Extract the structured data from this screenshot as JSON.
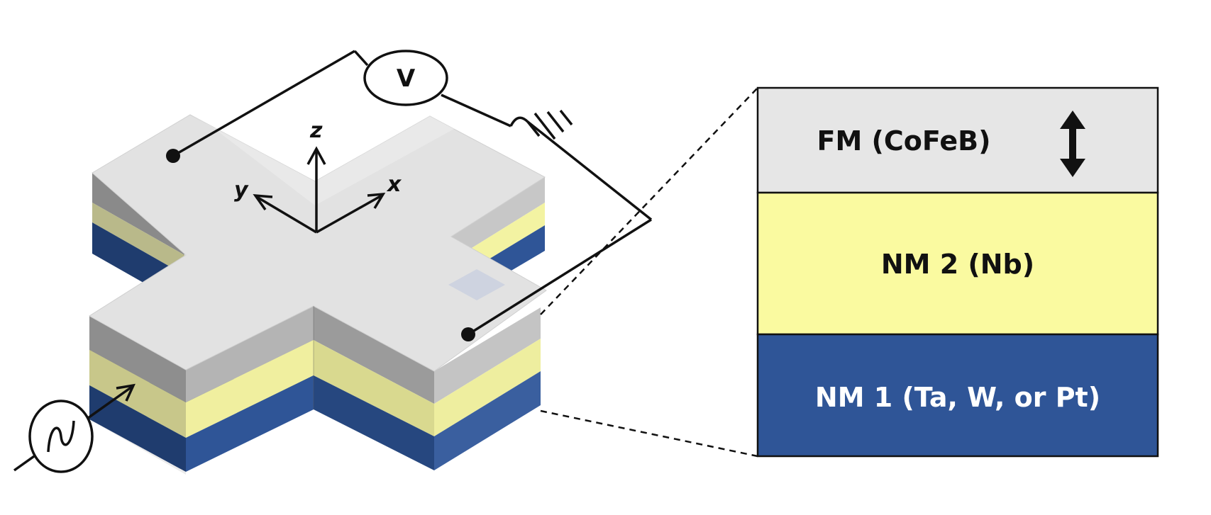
{
  "axes": {
    "z": "z",
    "y": "y",
    "x": "x"
  },
  "voltmeter": {
    "symbol": "V"
  },
  "stack_layers": [
    {
      "label": "FM (CoFeB)",
      "color": "#e6e6e6",
      "text_color": "#111111"
    },
    {
      "label": "NM 2 (Nb)",
      "color": "#fafaa0",
      "text_color": "#111111"
    },
    {
      "label": "NM 1 (Ta, W, or Pt)",
      "color": "#2f5597",
      "text_color": "#ffffff"
    }
  ],
  "colors": {
    "fm_top": "#e4e4e4",
    "fm_side": "#a6a6a6",
    "nm2_side": "#e9e89b",
    "nm1_side": "#2f5597",
    "wire": "#111111"
  },
  "icons": {
    "magnetization": "double-arrow-icon",
    "ac_source": "ac-source-icon",
    "ground": "ground-icon"
  }
}
